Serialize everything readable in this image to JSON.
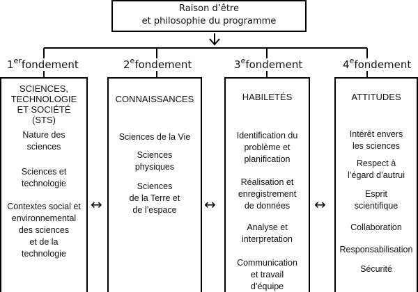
{
  "top": {
    "text": "Raison d’être\net philosophie du programme"
  },
  "foundations": [
    {
      "num": "1",
      "sup": "er",
      "word": "fondement",
      "title": "SCIENCES,\nTECHNOLOGIE\nET SOCIÉTÉ\n(STS)",
      "items": [
        "Nature des\nsciences",
        "Sciences et\ntechnologie",
        "Contextes social et\nenvironnemental\ndes sciences\net de la\ntechnologie"
      ]
    },
    {
      "num": "2",
      "sup": "e",
      "word": "fondement",
      "title": "CONNAISSANCES",
      "items": [
        "Sciences de la Vie",
        "Sciences\nphysiques",
        "Sciences\nde la Terre et\nde l’espace"
      ]
    },
    {
      "num": "3",
      "sup": "e",
      "word": "fondement",
      "title": "HABILETÉS",
      "items": [
        "Identification du\nproblème et\nplanification",
        "Réalisation et\nenregistrement\nde données",
        "Analyse et\ninterpretation",
        "Communication\net travail\nd’équipe"
      ]
    },
    {
      "num": "4",
      "sup": "e",
      "word": "fondement",
      "title": "ATTITUDES",
      "items": [
        "Intérêt envers\nles sciences",
        "Respect à\nl’égard d’autrui",
        "Esprit\nscientifique",
        "Collaboration",
        "Responsabilisation",
        "Sécurité"
      ]
    }
  ],
  "arrows": {
    "down": "↓",
    "both": "↔"
  }
}
